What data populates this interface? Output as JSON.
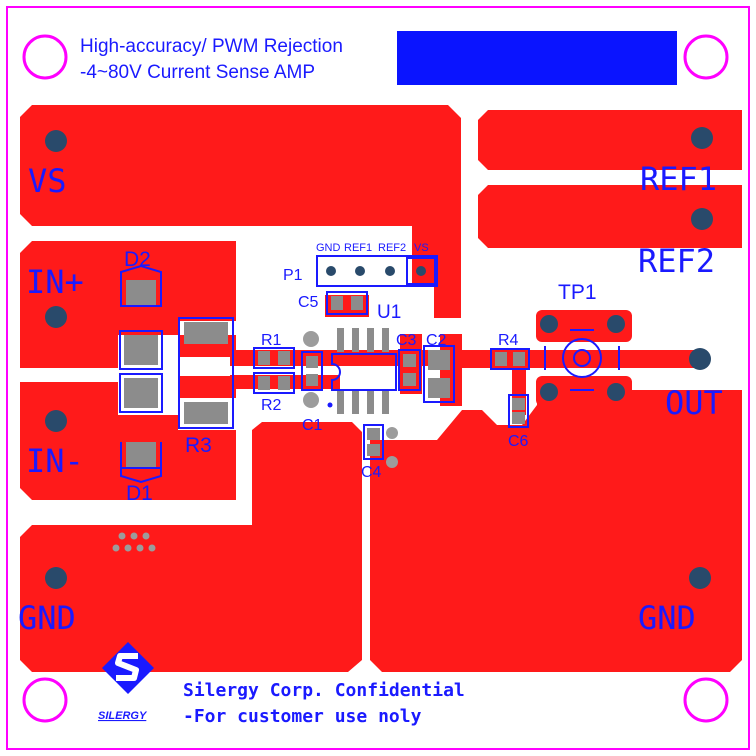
{
  "title": {
    "line1": "High-accuracy/ PWM Rejection",
    "line2": "-4~80V Current Sense AMP"
  },
  "pads": {
    "vs": "VS",
    "in_plus": "IN+",
    "in_minus": "IN-",
    "gnd_left": "GND",
    "gnd_right": "GND",
    "ref1": "REF1",
    "ref2": "REF2",
    "out": "OUT"
  },
  "header": {
    "designator": "P1",
    "pins": [
      "GND",
      "REF1",
      "REF2",
      "VS"
    ]
  },
  "components": {
    "d1": "D1",
    "d2": "D2",
    "r1": "R1",
    "r2": "R2",
    "r3": "R3",
    "r4": "R4",
    "c1": "C1",
    "c2": "C2",
    "c3": "C3",
    "c4": "C4",
    "c5": "C5",
    "c6": "C6",
    "u1": "U1",
    "tp1": "TP1"
  },
  "logo": {
    "text": "SILERGY"
  },
  "footer": {
    "line1": "Silergy Corp. Confidential",
    "line2": "-For customer use noly"
  },
  "colors": {
    "copper": "#ff1a1a",
    "silk": "#1a1aff",
    "board_outline": "#ff00ff",
    "pad_gray": "#8c8c8c",
    "via": "#294a6b",
    "title_block": "#0a14ff"
  }
}
